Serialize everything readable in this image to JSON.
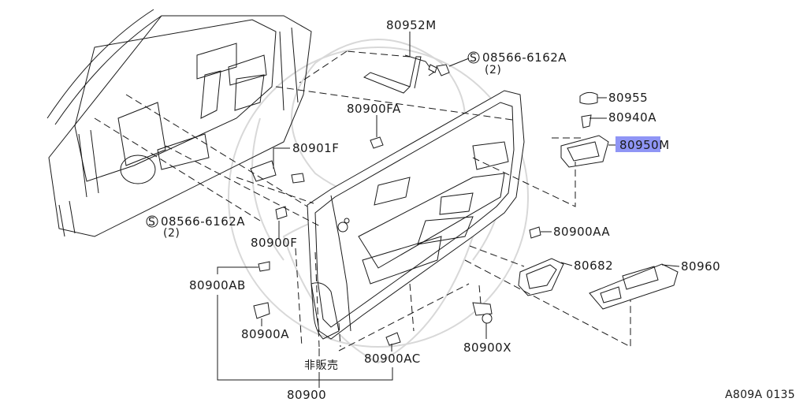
{
  "parts": {
    "p80952M": "80952M",
    "p08566_top": "08566-6162A",
    "p08566_top_qty": "(2)",
    "p80955": "80955",
    "p80940A": "80940A",
    "p80950M": "80950M",
    "p80900FA": "80900FA",
    "p80901F": "80901F",
    "p08566_left": "08566-6162A",
    "p08566_left_qty": "(2)",
    "p80900F": "80900F",
    "p80900AA": "80900AA",
    "p80682": "80682",
    "p80960": "80960",
    "p80900AB": "80900AB",
    "p80900A": "80900A",
    "p80900X": "80900X",
    "p80900AC": "80900AC",
    "not_for_sale": "非販売",
    "p80900": "80900"
  },
  "screw_symbol": "S",
  "highlight_color": "#8f95f5",
  "diagram_ref": "A809A 0135"
}
